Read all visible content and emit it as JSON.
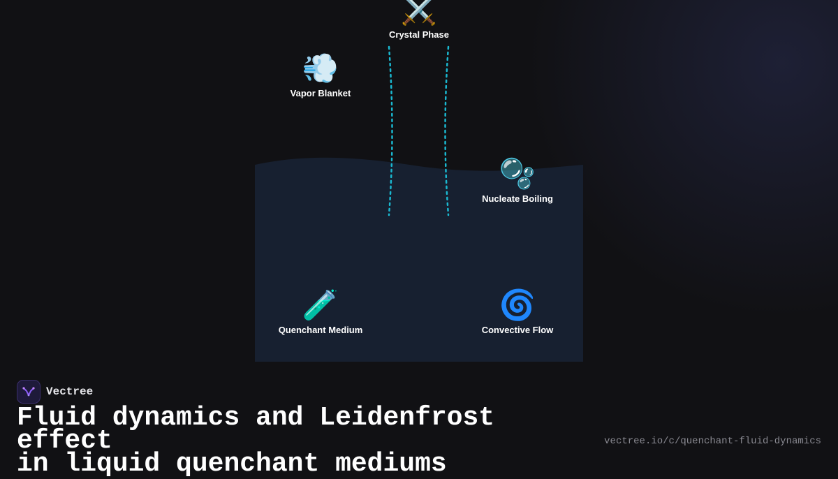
{
  "diagram": {
    "nodes": {
      "crystal": {
        "emoji": "⚔️",
        "label": "Crystal Phase"
      },
      "vapor": {
        "emoji": "💨",
        "label": "Vapor Blanket"
      },
      "nucleate": {
        "emoji": "🫧",
        "label": "Nucleate Boiling"
      },
      "quenchant": {
        "emoji": "🧪",
        "label": "Quenchant Medium"
      },
      "convective": {
        "emoji": "🌀",
        "label": "Convective Flow"
      }
    },
    "colors": {
      "liquid": "#172030",
      "dotted_line": "#1ab8d0"
    }
  },
  "footer": {
    "brand": "Vectree",
    "title_line1": "Fluid dynamics and Leidenfrost effect",
    "title_line2": "in liquid quenchant mediums",
    "url": "vectree.io/c/quenchant-fluid-dynamics"
  }
}
